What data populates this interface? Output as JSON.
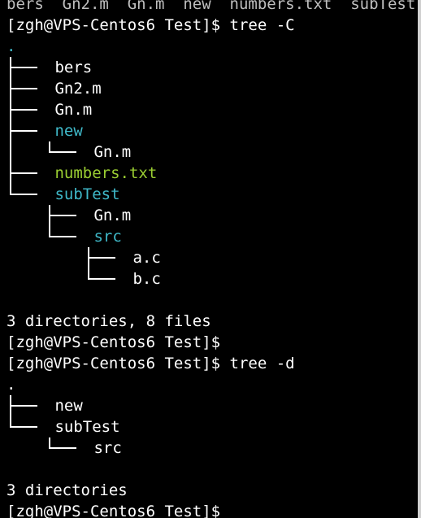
{
  "window": {
    "scrollback_partial": "bers  Gn2.m  Gn.m  new  numbers.txt  subTest"
  },
  "colors": {
    "text": "#ffffff",
    "background": "#000000",
    "dir": "#3fb8c8",
    "file_txt": "#9acd32"
  },
  "lines": [
    [
      {
        "text": "bers  Gn2.m  Gn.m  new  numbers.txt  subTest",
        "color": "#bfbfbf",
        "name": "scrollback-partial-line"
      }
    ],
    [
      {
        "text": "[zgh@VPS-Centos6 Test]$ tree -C",
        "name": "prompt-tree-c"
      }
    ],
    [
      {
        "text": ".",
        "color": "#3fb8c8",
        "name": "tree-root-colored"
      }
    ],
    [
      {
        "tree": "branch"
      },
      {
        "text": " bers",
        "name": "tree-file-bers"
      }
    ],
    [
      {
        "tree": "branch"
      },
      {
        "text": " Gn2.m",
        "name": "tree-file-gn2"
      }
    ],
    [
      {
        "tree": "branch"
      },
      {
        "text": " Gn.m",
        "name": "tree-file-gn"
      }
    ],
    [
      {
        "tree": "branch"
      },
      {
        "text": " new",
        "color": "#3fb8c8",
        "name": "tree-dir-new"
      }
    ],
    [
      {
        "tree": "pipe"
      },
      {
        "tree": "last"
      },
      {
        "text": " Gn.m",
        "name": "tree-file-new-gn"
      }
    ],
    [
      {
        "tree": "branch"
      },
      {
        "text": " numbers.txt",
        "color": "#9acd32",
        "name": "tree-file-numbers"
      }
    ],
    [
      {
        "tree": "last"
      },
      {
        "text": " subTest",
        "color": "#3fb8c8",
        "name": "tree-dir-subtest"
      }
    ],
    [
      {
        "tree": "space"
      },
      {
        "tree": "branch"
      },
      {
        "text": " Gn.m",
        "name": "tree-file-subtest-gn"
      }
    ],
    [
      {
        "tree": "space"
      },
      {
        "tree": "last"
      },
      {
        "text": " src",
        "color": "#3fb8c8",
        "name": "tree-dir-src"
      }
    ],
    [
      {
        "tree": "space"
      },
      {
        "tree": "space"
      },
      {
        "tree": "branch"
      },
      {
        "text": " a.c",
        "name": "tree-file-ac"
      }
    ],
    [
      {
        "tree": "space"
      },
      {
        "tree": "space"
      },
      {
        "tree": "last"
      },
      {
        "text": " b.c",
        "name": "tree-file-bc"
      }
    ],
    [
      {
        "text": "",
        "name": "blank-line"
      }
    ],
    [
      {
        "text": "3 directories, 8 files",
        "name": "summary-tree-c"
      }
    ],
    [
      {
        "text": "[zgh@VPS-Centos6 Test]$",
        "name": "prompt-empty"
      }
    ],
    [
      {
        "text": "[zgh@VPS-Centos6 Test]$ tree -d",
        "name": "prompt-tree-d"
      }
    ],
    [
      {
        "text": ".",
        "name": "tree-d-root"
      }
    ],
    [
      {
        "tree": "branch"
      },
      {
        "text": " new",
        "name": "tree-d-new"
      }
    ],
    [
      {
        "tree": "last"
      },
      {
        "text": " subTest",
        "name": "tree-d-subtest"
      }
    ],
    [
      {
        "tree": "space"
      },
      {
        "tree": "last"
      },
      {
        "text": " src",
        "name": "tree-d-src"
      }
    ],
    [
      {
        "text": "",
        "name": "blank-line-2"
      }
    ],
    [
      {
        "text": "3 directories",
        "name": "summary-tree-d"
      }
    ],
    [
      {
        "text": "[zgh@VPS-Centos6 Test]$",
        "name": "prompt-final"
      }
    ]
  ]
}
